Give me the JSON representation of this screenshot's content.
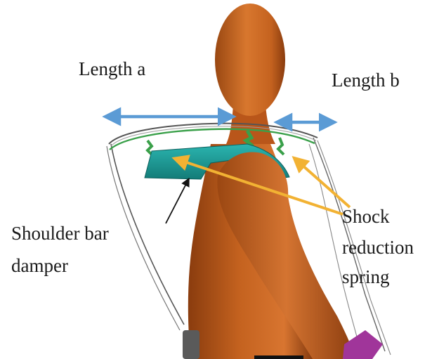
{
  "labels": {
    "length_a": "Length a",
    "length_b": "Length b",
    "shoulder_bar_damper": [
      "Shoulder bar",
      "damper"
    ],
    "shock_reduction_spring": [
      "Shock",
      "reduction",
      "spring"
    ]
  },
  "colors": {
    "body": "#c4621f",
    "body_shadow": "#8a3c0e",
    "body_highlight": "#e6873a",
    "damper": "#1f9e9a",
    "spring": "#3aa04a",
    "dimension_arrow": "#5b9bd5",
    "spring_pointer_arrow": "#f2b233",
    "damper_pointer_arrow": "#111111",
    "frame": "#555555",
    "bag_purple": "#a0359a"
  },
  "icons": [
    "double-headed-arrow",
    "pointer-arrow"
  ]
}
